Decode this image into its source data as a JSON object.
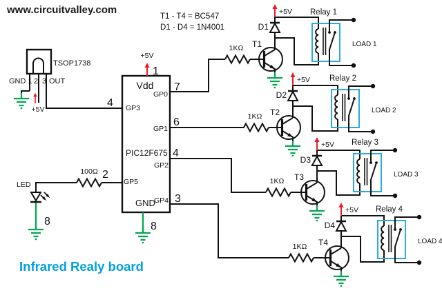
{
  "header": {
    "site": "www.circuitvalley.com"
  },
  "notes": {
    "transistors": "T1 - T4  = BC547",
    "diodes": "D1 - D4 = 1N4001"
  },
  "title": "Infrared Realy board",
  "colors": {
    "wire": "#111111",
    "ground_green": "#00A651",
    "supply_red": "#ED1C24",
    "relay_cyan": "#29ABE2",
    "title_cyan": "#00A0E0"
  },
  "ir_receiver": {
    "name": "TSOP1738",
    "pin_gnd": "GND 1",
    "pin_2": "2",
    "pin_3": "3",
    "pin_out": "OUT",
    "supply": "+5V"
  },
  "ic": {
    "name": "PIC12F675",
    "vdd": "Vdd",
    "gnd": "GND",
    "gp0": "GP0",
    "gp1": "GP1",
    "gp2": "GP2",
    "gp3": "GP3",
    "gp4": "GP4",
    "gp5": "GP5",
    "supply": "+5V",
    "pin_numbers": {
      "vdd": "1",
      "gp0": "7",
      "gp1": "6",
      "gp2": "4",
      "gp3": "4",
      "gp4": "3",
      "gp5": "2",
      "gnd": "8"
    }
  },
  "led": {
    "label": "LED",
    "resistor": "100Ω",
    "ground_pin": "8"
  },
  "stages": [
    {
      "transistor": "T1",
      "diode": "D1",
      "resistor": "1KΩ",
      "supply": "+5V",
      "relay": "Relay 1",
      "load": "LOAD 1"
    },
    {
      "transistor": "T2",
      "diode": "D2",
      "resistor": "1KΩ",
      "supply": "+5V",
      "relay": "Relay 2",
      "load": "LOAD 2"
    },
    {
      "transistor": "T3",
      "diode": "D3",
      "resistor": "1KΩ",
      "supply": "+5V",
      "relay": "Relay 3",
      "load": "LOAD 3"
    },
    {
      "transistor": "T4",
      "diode": "D4",
      "resistor": "1KΩ",
      "supply": "+5V",
      "relay": "Relay 4",
      "load": "LOAD 4"
    }
  ]
}
